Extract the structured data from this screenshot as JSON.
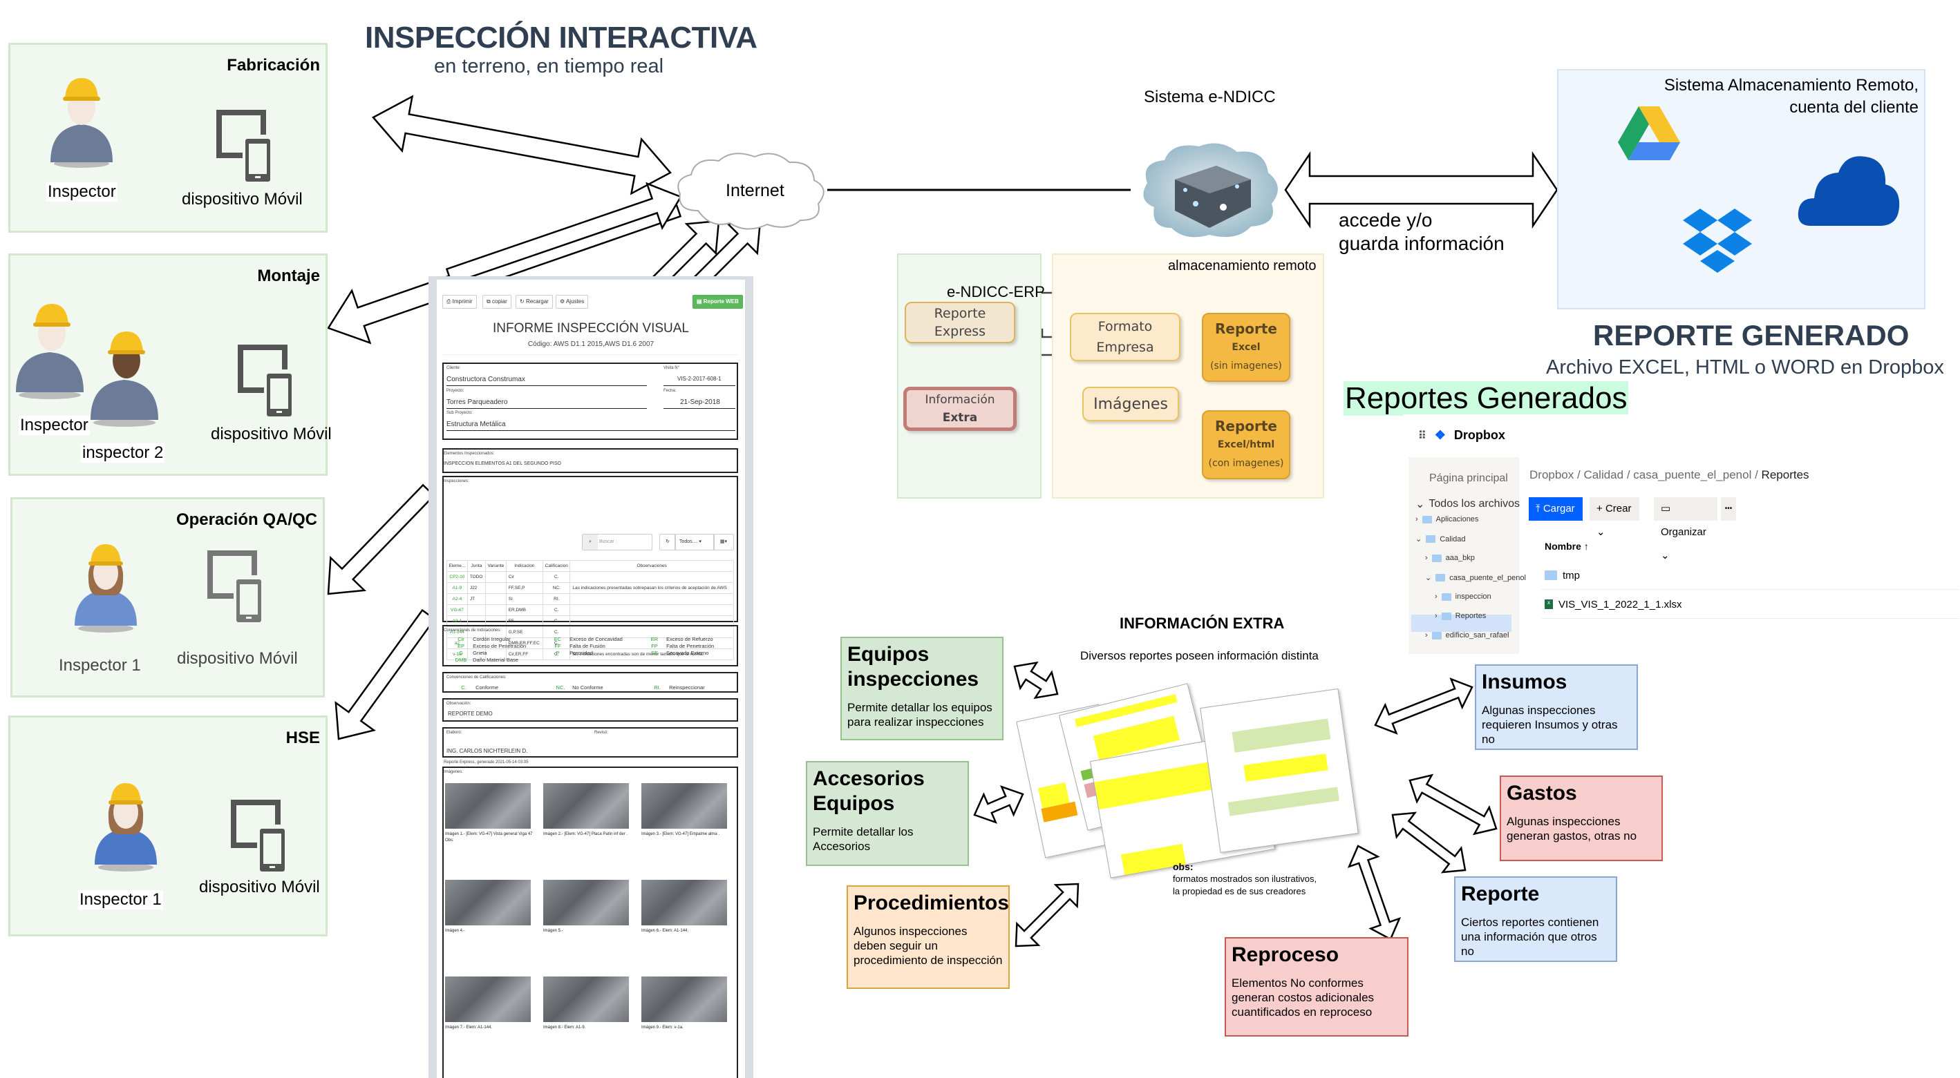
{
  "header": {
    "title": "INSPECCIÓN INTERACTIVA",
    "subtitle": "en terreno, en tiempo real"
  },
  "panels": [
    {
      "title": "Fabricación",
      "inspectors": [
        "Inspector"
      ],
      "device_label": "dispositivo Móvil"
    },
    {
      "title": "Montaje",
      "inspectors": [
        "Inspector",
        "inspector 2"
      ],
      "device_label": "dispositivo Móvil"
    },
    {
      "title": "Operación QA/QC",
      "inspectors": [
        "Inspector 1"
      ],
      "device_label": "dispositivo Móvil"
    },
    {
      "title": "HSE",
      "inspectors": [
        "Inspector 1"
      ],
      "device_label": "dispositivo Móvil"
    }
  ],
  "internet": {
    "label": "Internet"
  },
  "report_doc": {
    "toolbar": {
      "print": "Imprimir",
      "copy": "copiar",
      "reload": "Recargar",
      "settings": "Ajustes",
      "web": "Reporte WEB"
    },
    "title": "INFORME INSPECCIÓN VISUAL",
    "code": "Código: AWS D1.1 2015,AWS D1.6 2007",
    "client_label": "Cliente:",
    "client": "Constructora Construmax",
    "visit_label": "Visita N°",
    "visit": "VIS-2-2017-608-1",
    "project_label": "Proyecto:",
    "project": "Torres Parqueadero",
    "date_label": "Fecha:",
    "date": "21-Sep-2018",
    "subproject_label": "Sub Proyecto:",
    "subproject": "Estructura Metálica",
    "elements_label": "Elementos Inspeccionados:",
    "elements": "INSPECCION ELEMENTOS A1 DEL SEGUNDO PISO",
    "inspections_label": "Inspecciones:",
    "search_placeholder": "Buscar :",
    "filter": "Todos....",
    "columns": [
      "Eleme...",
      "Junta",
      "Variante",
      "Indicacion",
      "Calificacion",
      "Observaciones"
    ],
    "rows": [
      [
        "CP2-10",
        "TODO",
        "",
        "Cir",
        "C.",
        ""
      ],
      [
        "A1-9",
        "J22",
        "",
        "FF,SE,P",
        "NC.",
        "Las indicaciones presentadas sobrepasan los criterios de aceptación de AWS"
      ],
      [
        "A2-4",
        "JT",
        "",
        "SI",
        "RI.",
        ""
      ],
      [
        "VG-47",
        "",
        "",
        "ER,DMB",
        "C.",
        ""
      ],
      [
        "A2-1",
        "",
        "",
        "FF",
        "C.",
        ""
      ],
      [
        "A1-144",
        "",
        "",
        "G,P,SE",
        "C.",
        ""
      ],
      [
        "a2",
        "",
        "",
        "DMB,ER,FF,EC",
        "C.",
        ""
      ],
      [
        "v-1a",
        "",
        "",
        "Cir,ER,FF",
        "C.",
        "las indicaciones encontradas son de menor tamaño que la norma."
      ]
    ],
    "indications_label": "Convenciones de Indicaciones:",
    "indications": [
      {
        "code": "Cir",
        "text": "Cordón Irregular"
      },
      {
        "code": "EC",
        "text": "Exceso de Concavidad"
      },
      {
        "code": "ER",
        "text": "Exceso de Refuerzo"
      },
      {
        "code": "EP",
        "text": "Exceso de Penetración"
      },
      {
        "code": "FF",
        "text": "Falta de Fusión"
      },
      {
        "code": "FP",
        "text": "Falta de Penetración"
      },
      {
        "code": "G",
        "text": "Grieta"
      },
      {
        "code": "P",
        "text": "Porosidad"
      },
      {
        "code": "SE",
        "text": "Socavado Externo"
      },
      {
        "code": "DMB",
        "text": "Daño Material Base"
      }
    ],
    "grades_label": "Convenciones de Calificaciones:",
    "grades": [
      {
        "code": "C.",
        "text": "Conforme"
      },
      {
        "code": "NC.",
        "text": "No Conforme"
      },
      {
        "code": "RI.",
        "text": "Reinspeccionar"
      }
    ],
    "observation_label": "Observación:",
    "observation": "REPORTE DEMO",
    "made_by_label": "Elaboró:",
    "reviewed_by_label": "Revisó:",
    "made_by": "ING. CARLOS NICHTERLEIN D.",
    "footer": "Reporte Express, generado 2021-05-14 03:05",
    "images_label": "Imágenes:",
    "images": [
      "Imágen 1.- [Elem: VG-47] Vista general Viga 47 Obs:",
      "Imágen 2.- [Elem: VG-47] Placa Patín inf der .",
      "Imágen 3.- [Elem: VG-47] Empalme alma .",
      "Imágen 4.-",
      "Imágen 5.-",
      "Imágen 6.- Elem: A1-144.",
      "Imágen 7.- Elem: A1-144.",
      "Imágen 8.- Elem: A1-9.",
      "Imágen 9.- Elem: v-1a."
    ]
  },
  "system": {
    "label": "Sistema e-NDICC",
    "access_label_line1": "accede y/o",
    "access_label_line2": "guarda información"
  },
  "erp": {
    "label": "e-NDICC-ERP",
    "storage_label": "almacenamiento remoto",
    "express": [
      "Reporte",
      "Express"
    ],
    "extra": [
      "Información",
      "Extra"
    ],
    "format": [
      "Formato",
      "Empresa"
    ],
    "images": "Imágenes",
    "report_excel": [
      "Reporte",
      "Excel",
      "(sin imagenes)"
    ],
    "report_html": [
      "Reporte",
      "Excel/html",
      "(con imagenes)"
    ]
  },
  "storage": {
    "label_line1": "Sistema Almacenamiento Remoto,",
    "label_line2": "cuenta del cliente",
    "services": [
      "google-drive",
      "onedrive",
      "dropbox"
    ]
  },
  "generated": {
    "title": "REPORTE GENERADO",
    "subtitle": "Archivo EXCEL, HTML o WORD en Dropbox",
    "reports_label": "Reportes Generados"
  },
  "dropbox": {
    "brand": "Dropbox",
    "home": "Página principal",
    "all_files": "Todos los archivos",
    "tree": [
      "Aplicaciones",
      "Calidad",
      "aaa_bkp",
      "casa_puente_el_penol",
      "inspeccion",
      "Reportes",
      "edificio_san_rafael"
    ],
    "breadcrumb": [
      "Dropbox",
      "Calidad",
      "casa_puente_el_penol"
    ],
    "breadcrumb_current": "Reportes",
    "upload": "Cargar",
    "create": "Crear",
    "organize": "Organizar",
    "more": "•••",
    "column_name": "Nombre",
    "files": [
      "tmp",
      "VIS_VIS_1_2022_1_1.xlsx"
    ]
  },
  "extra_info": {
    "title": "INFORMACIÓN EXTRA",
    "subtitle": "Diversos reportes poseen información distinta",
    "obs_label": "obs:",
    "obs_line1": "formatos mostrados son ilustrativos,",
    "obs_line2": "la propiedad es de sus creadores",
    "boxes": [
      {
        "title": "Equipos inspecciones",
        "text": "Permite detallar los equipos para realizar inspecciones"
      },
      {
        "title": "Accesorios Equipos",
        "text": "Permite detallar los Accesorios"
      },
      {
        "title": "Procedimientos",
        "text": "Algunos inspecciones deben seguir un procedimiento de inspección"
      },
      {
        "title": "Insumos",
        "text": "Algunas inspecciones requieren Insumos y otras no"
      },
      {
        "title": "Gastos",
        "text": "Algunas inspecciones generan gastos, otras no"
      },
      {
        "title": "Reporte",
        "text": "Ciertos reportes contienen una información que otros no"
      },
      {
        "title": "Reproceso",
        "text": "Elementos No conformes generan costos adicionales cuantificados en reproceso"
      }
    ]
  }
}
